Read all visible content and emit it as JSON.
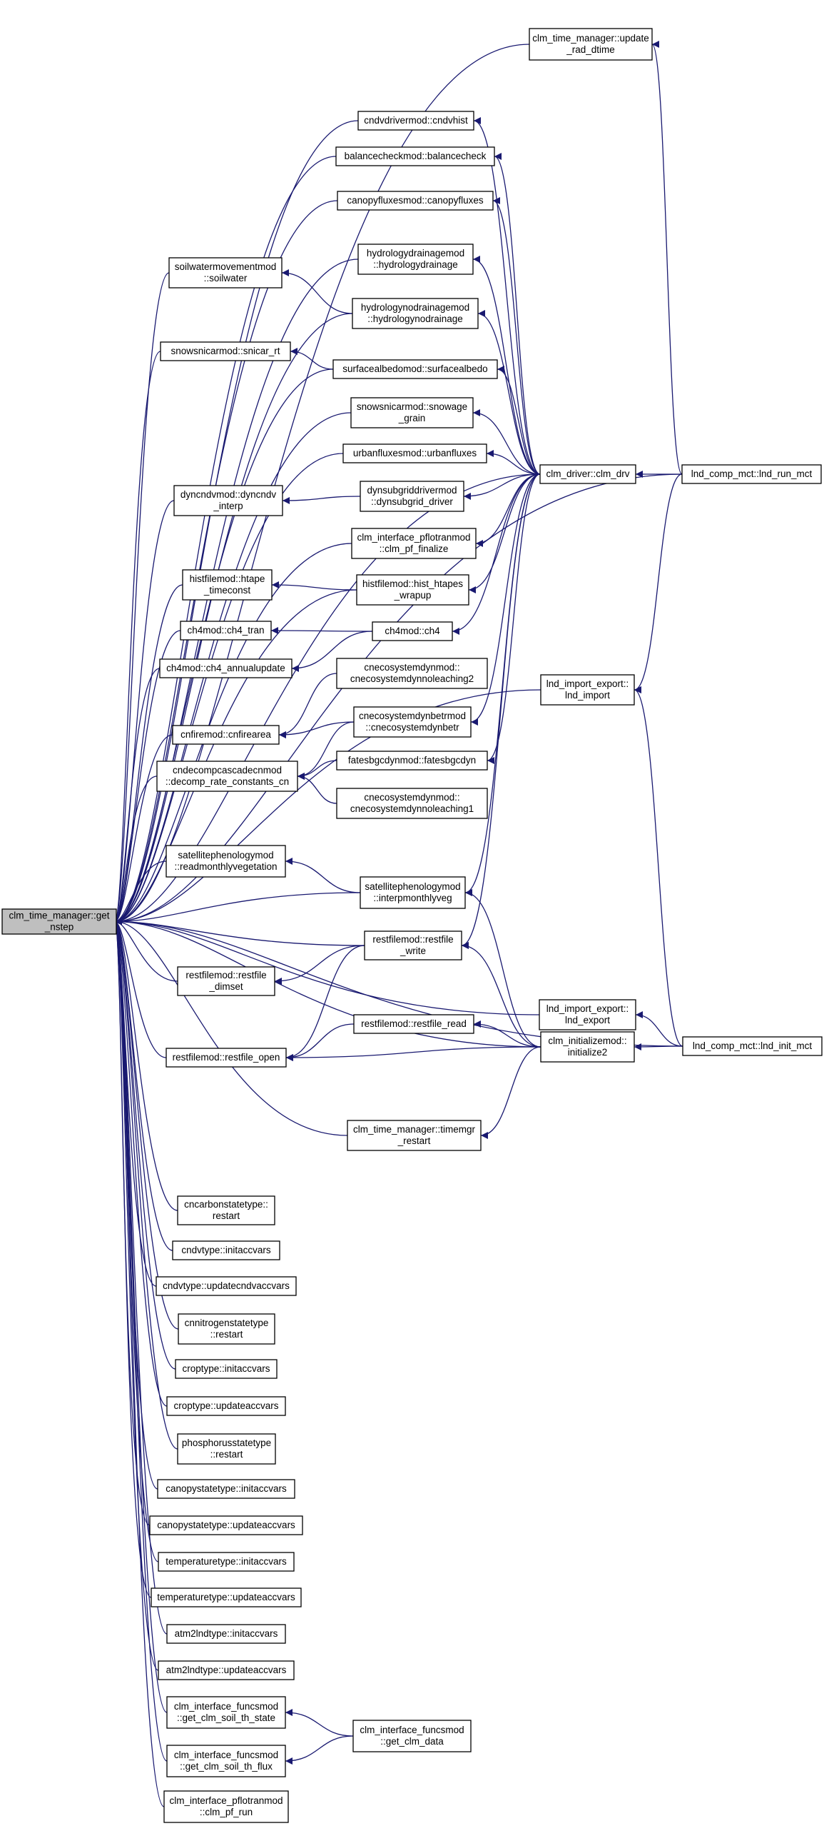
{
  "nodes": [
    {
      "id": "get_nstep",
      "lines": [
        "clm_time_manager::get",
        "_nstep"
      ],
      "focus": true
    },
    {
      "id": "update_rad_dtime",
      "lines": [
        "clm_time_manager::update",
        "_rad_dtime"
      ]
    },
    {
      "id": "cndvhist",
      "lines": [
        "cndvdrivermod::cndvhist"
      ]
    },
    {
      "id": "balancecheck",
      "lines": [
        "balancecheckmod::balancecheck"
      ]
    },
    {
      "id": "canopyfluxes",
      "lines": [
        "canopyfluxesmod::canopyfluxes"
      ]
    },
    {
      "id": "hydrologydrainage",
      "lines": [
        "hydrologydrainagemod",
        "::hydrologydrainage"
      ]
    },
    {
      "id": "soilwater",
      "lines": [
        "soilwatermovementmod",
        "::soilwater"
      ]
    },
    {
      "id": "hydrologynodrainage",
      "lines": [
        "hydrologynodrainagemod",
        "::hydrologynodrainage"
      ]
    },
    {
      "id": "snicar_rt",
      "lines": [
        "snowsnicarmod::snicar_rt"
      ]
    },
    {
      "id": "surfacealbedo",
      "lines": [
        "surfacealbedomod::surfacealbedo"
      ]
    },
    {
      "id": "snowage_grain",
      "lines": [
        "snowsnicarmod::snowage",
        "_grain"
      ]
    },
    {
      "id": "urbanfluxes",
      "lines": [
        "urbanfluxesmod::urbanfluxes"
      ]
    },
    {
      "id": "clm_drv",
      "lines": [
        "clm_driver::clm_drv"
      ]
    },
    {
      "id": "lnd_run_mct",
      "lines": [
        "lnd_comp_mct::lnd_run_mct"
      ]
    },
    {
      "id": "dyncndv_interp",
      "lines": [
        "dyncndvmod::dyncndv",
        "_interp"
      ]
    },
    {
      "id": "dynsubgrid_driver",
      "lines": [
        "dynsubgriddrivermod",
        "::dynsubgrid_driver"
      ]
    },
    {
      "id": "clm_pf_finalize",
      "lines": [
        "clm_interface_pflotranmod",
        "::clm_pf_finalize"
      ]
    },
    {
      "id": "htape_timeconst",
      "lines": [
        "histfilemod::htape",
        "_timeconst"
      ]
    },
    {
      "id": "hist_htapes_wrapup",
      "lines": [
        "histfilemod::hist_htapes",
        "_wrapup"
      ]
    },
    {
      "id": "ch4",
      "lines": [
        "ch4mod::ch4"
      ]
    },
    {
      "id": "ch4_tran",
      "lines": [
        "ch4mod::ch4_tran"
      ]
    },
    {
      "id": "ch4_annualupdate",
      "lines": [
        "ch4mod::ch4_annualupdate"
      ]
    },
    {
      "id": "cnecosystemdynnoleaching2",
      "lines": [
        "cnecosystemdynmod::",
        "cnecosystemdynnoleaching2"
      ]
    },
    {
      "id": "lnd_import",
      "lines": [
        "lnd_import_export::",
        "lnd_import"
      ]
    },
    {
      "id": "cnfirearea",
      "lines": [
        "cnfiremod::cnfirearea"
      ]
    },
    {
      "id": "cnecosystemdynbetr",
      "lines": [
        "cnecosystemdynbetrmod",
        "::cnecosystemdynbetr"
      ]
    },
    {
      "id": "decomp_rate_constants_cn",
      "lines": [
        "cndecompcascadecnmod",
        "::decomp_rate_constants_cn"
      ]
    },
    {
      "id": "fatesbgcdyn",
      "lines": [
        "fatesbgcdynmod::fatesbgcdyn"
      ]
    },
    {
      "id": "cnecosystemdynnoleaching1",
      "lines": [
        "cnecosystemdynmod::",
        "cnecosystemdynnoleaching1"
      ]
    },
    {
      "id": "readmonthlyvegetation",
      "lines": [
        "satellitephenologymod",
        "::readmonthlyvegetation"
      ]
    },
    {
      "id": "interpmonthlyveg",
      "lines": [
        "satellitephenologymod",
        "::interpmonthlyveg"
      ]
    },
    {
      "id": "restfile_write",
      "lines": [
        "restfilemod::restfile",
        "_write"
      ]
    },
    {
      "id": "restfile_dimset",
      "lines": [
        "restfilemod::restfile",
        "_dimset"
      ]
    },
    {
      "id": "lnd_export",
      "lines": [
        "lnd_import_export::",
        "lnd_export"
      ]
    },
    {
      "id": "restfile_read",
      "lines": [
        "restfilemod::restfile_read"
      ]
    },
    {
      "id": "restfile_open",
      "lines": [
        "restfilemod::restfile_open"
      ]
    },
    {
      "id": "initialize2",
      "lines": [
        "clm_initializemod::",
        "initialize2"
      ]
    },
    {
      "id": "lnd_init_mct",
      "lines": [
        "lnd_comp_mct::lnd_init_mct"
      ]
    },
    {
      "id": "timemgr_restart",
      "lines": [
        "clm_time_manager::timemgr",
        "_restart"
      ]
    },
    {
      "id": "cncarbonstatetype_restart",
      "lines": [
        "cncarbonstatetype::",
        "restart"
      ]
    },
    {
      "id": "cndvtype_initaccvars",
      "lines": [
        "cndvtype::initaccvars"
      ]
    },
    {
      "id": "cndvtype_updatecndvaccvars",
      "lines": [
        "cndvtype::updatecndvaccvars"
      ]
    },
    {
      "id": "cnnitrogenstatetype_restart",
      "lines": [
        "cnnitrogenstatetype",
        "::restart"
      ]
    },
    {
      "id": "croptype_initaccvars",
      "lines": [
        "croptype::initaccvars"
      ]
    },
    {
      "id": "croptype_updateaccvars",
      "lines": [
        "croptype::updateaccvars"
      ]
    },
    {
      "id": "phosphorusstatetype_restart",
      "lines": [
        "phosphorusstatetype",
        "::restart"
      ]
    },
    {
      "id": "canopystatetype_initaccvars",
      "lines": [
        "canopystatetype::initaccvars"
      ]
    },
    {
      "id": "canopystatetype_updateaccvars",
      "lines": [
        "canopystatetype::updateaccvars"
      ]
    },
    {
      "id": "temperaturetype_initaccvars",
      "lines": [
        "temperaturetype::initaccvars"
      ]
    },
    {
      "id": "temperaturetype_updateaccvars",
      "lines": [
        "temperaturetype::updateaccvars"
      ]
    },
    {
      "id": "atm2lndtype_initaccvars",
      "lines": [
        "atm2lndtype::initaccvars"
      ]
    },
    {
      "id": "atm2lndtype_updateaccvars",
      "lines": [
        "atm2lndtype::updateaccvars"
      ]
    },
    {
      "id": "get_clm_soil_th_state",
      "lines": [
        "clm_interface_funcsmod",
        "::get_clm_soil_th_state"
      ]
    },
    {
      "id": "get_clm_data",
      "lines": [
        "clm_interface_funcsmod",
        "::get_clm_data"
      ]
    },
    {
      "id": "get_clm_soil_th_flux",
      "lines": [
        "clm_interface_funcsmod",
        "::get_clm_soil_th_flux"
      ]
    },
    {
      "id": "clm_pf_run",
      "lines": [
        "clm_interface_pflotranmod",
        "::clm_pf_run"
      ]
    }
  ],
  "edges": [
    [
      "update_rad_dtime",
      "get_nstep"
    ],
    [
      "cndvhist",
      "get_nstep"
    ],
    [
      "balancecheck",
      "get_nstep"
    ],
    [
      "canopyfluxes",
      "get_nstep"
    ],
    [
      "hydrologydrainage",
      "get_nstep"
    ],
    [
      "soilwater",
      "get_nstep"
    ],
    [
      "hydrologynodrainage",
      "get_nstep"
    ],
    [
      "snicar_rt",
      "get_nstep"
    ],
    [
      "surfacealbedo",
      "get_nstep"
    ],
    [
      "snowage_grain",
      "get_nstep"
    ],
    [
      "urbanfluxes",
      "get_nstep"
    ],
    [
      "dyncndv_interp",
      "get_nstep"
    ],
    [
      "clm_pf_finalize",
      "get_nstep"
    ],
    [
      "htape_timeconst",
      "get_nstep"
    ],
    [
      "hist_htapes_wrapup",
      "get_nstep"
    ],
    [
      "ch4_tran",
      "get_nstep"
    ],
    [
      "ch4_annualupdate",
      "get_nstep"
    ],
    [
      "cnfirearea",
      "get_nstep"
    ],
    [
      "decomp_rate_constants_cn",
      "get_nstep"
    ],
    [
      "lnd_import",
      "get_nstep"
    ],
    [
      "clm_drv",
      "get_nstep"
    ],
    [
      "lnd_run_mct",
      "get_nstep"
    ],
    [
      "readmonthlyvegetation",
      "get_nstep"
    ],
    [
      "interpmonthlyveg",
      "get_nstep"
    ],
    [
      "restfile_write",
      "get_nstep"
    ],
    [
      "restfile_dimset",
      "get_nstep"
    ],
    [
      "lnd_export",
      "get_nstep"
    ],
    [
      "restfile_open",
      "get_nstep"
    ],
    [
      "initialize2",
      "get_nstep"
    ],
    [
      "timemgr_restart",
      "get_nstep"
    ],
    [
      "lnd_init_mct",
      "get_nstep"
    ],
    [
      "cncarbonstatetype_restart",
      "get_nstep"
    ],
    [
      "cndvtype_initaccvars",
      "get_nstep"
    ],
    [
      "cndvtype_updatecndvaccvars",
      "get_nstep"
    ],
    [
      "cnnitrogenstatetype_restart",
      "get_nstep"
    ],
    [
      "croptype_initaccvars",
      "get_nstep"
    ],
    [
      "croptype_updateaccvars",
      "get_nstep"
    ],
    [
      "phosphorusstatetype_restart",
      "get_nstep"
    ],
    [
      "canopystatetype_initaccvars",
      "get_nstep"
    ],
    [
      "canopystatetype_updateaccvars",
      "get_nstep"
    ],
    [
      "temperaturetype_initaccvars",
      "get_nstep"
    ],
    [
      "temperaturetype_updateaccvars",
      "get_nstep"
    ],
    [
      "atm2lndtype_initaccvars",
      "get_nstep"
    ],
    [
      "atm2lndtype_updateaccvars",
      "get_nstep"
    ],
    [
      "get_clm_soil_th_state",
      "get_nstep"
    ],
    [
      "get_clm_soil_th_flux",
      "get_nstep"
    ],
    [
      "clm_pf_run",
      "get_nstep"
    ],
    [
      "hydrologynodrainage",
      "soilwater"
    ],
    [
      "surfacealbedo",
      "snicar_rt"
    ],
    [
      "dynsubgrid_driver",
      "dyncndv_interp"
    ],
    [
      "hist_htapes_wrapup",
      "htape_timeconst"
    ],
    [
      "ch4",
      "ch4_tran"
    ],
    [
      "ch4",
      "ch4_annualupdate"
    ],
    [
      "cnecosystemdynnoleaching2",
      "cnfirearea"
    ],
    [
      "cnecosystemdynbetr",
      "cnfirearea"
    ],
    [
      "cnecosystemdynbetr",
      "decomp_rate_constants_cn"
    ],
    [
      "fatesbgcdyn",
      "decomp_rate_constants_cn"
    ],
    [
      "cnecosystemdynnoleaching1",
      "decomp_rate_constants_cn"
    ],
    [
      "interpmonthlyveg",
      "readmonthlyvegetation"
    ],
    [
      "restfile_write",
      "restfile_dimset"
    ],
    [
      "restfile_write",
      "restfile_open"
    ],
    [
      "restfile_read",
      "restfile_open"
    ],
    [
      "initialize2",
      "restfile_open"
    ],
    [
      "get_clm_data",
      "get_clm_soil_th_state"
    ],
    [
      "get_clm_data",
      "get_clm_soil_th_flux"
    ],
    [
      "clm_drv",
      "cndvhist"
    ],
    [
      "clm_drv",
      "balancecheck"
    ],
    [
      "clm_drv",
      "canopyfluxes"
    ],
    [
      "clm_drv",
      "hydrologydrainage"
    ],
    [
      "clm_drv",
      "hydrologynodrainage"
    ],
    [
      "clm_drv",
      "surfacealbedo"
    ],
    [
      "clm_drv",
      "snowage_grain"
    ],
    [
      "clm_drv",
      "urbanfluxes"
    ],
    [
      "clm_drv",
      "dynsubgrid_driver"
    ],
    [
      "clm_drv",
      "clm_pf_finalize"
    ],
    [
      "clm_drv",
      "hist_htapes_wrapup"
    ],
    [
      "clm_drv",
      "ch4"
    ],
    [
      "clm_drv",
      "cnecosystemdynbetr"
    ],
    [
      "clm_drv",
      "fatesbgcdyn"
    ],
    [
      "clm_drv",
      "interpmonthlyveg"
    ],
    [
      "clm_drv",
      "restfile_write"
    ],
    [
      "initialize2",
      "interpmonthlyveg"
    ],
    [
      "initialize2",
      "restfile_write"
    ],
    [
      "initialize2",
      "restfile_read"
    ],
    [
      "initialize2",
      "timemgr_restart"
    ],
    [
      "lnd_run_mct",
      "update_rad_dtime"
    ],
    [
      "lnd_run_mct",
      "clm_drv"
    ],
    [
      "lnd_run_mct",
      "lnd_import"
    ],
    [
      "lnd_init_mct",
      "initialize2"
    ],
    [
      "lnd_init_mct",
      "lnd_export"
    ],
    [
      "lnd_init_mct",
      "lnd_import"
    ]
  ]
}
